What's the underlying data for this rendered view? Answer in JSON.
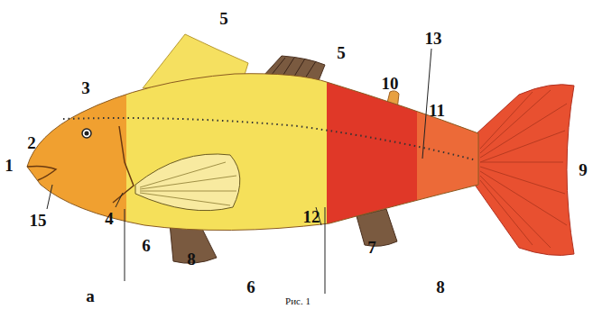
{
  "diagram": {
    "caption": "Рис. 1",
    "labels": [
      "1",
      "2",
      "3",
      "4",
      "5",
      "5",
      "6",
      "8",
      "12",
      "7",
      "10",
      "11",
      "13",
      "9",
      "15",
      "a",
      "6",
      "8"
    ]
  }
}
